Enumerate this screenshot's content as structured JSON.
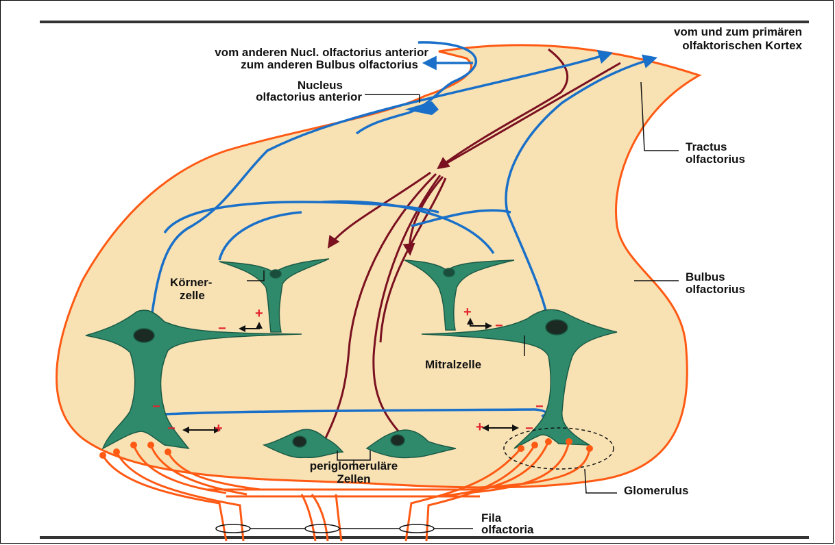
{
  "labels": {
    "top_right": [
      "vom und zum primären",
      "olfaktorischen Kortex"
    ],
    "from_other_nucleus": "vom anderen Nucl. olfactorius anterior",
    "to_other_bulbus": "zum anderen Bulbus olfactorius",
    "nucleus": [
      "Nucleus",
      "olfactorius anterior"
    ],
    "tractus": [
      "Tractus",
      "olfactorius"
    ],
    "bulbus": [
      "Bulbus",
      "olfactorius"
    ],
    "koerner": [
      "Körner-",
      "zelle"
    ],
    "mitral": "Mitralzelle",
    "periglomerular": [
      "periglomeruläre",
      "Zellen"
    ],
    "glomerulus": "Glomerulus",
    "fila": [
      "Fila",
      "olfactoria"
    ]
  },
  "signs": {
    "plus": "+",
    "minus": "−"
  },
  "colors": {
    "bulb_fill": "#f8e2b4",
    "outline": "#ff5a14",
    "axon_blue": "#1a70c8",
    "efferent": "#7a1020",
    "cell_fill": "#2f8a6c",
    "sign_red": "#e3212a"
  }
}
